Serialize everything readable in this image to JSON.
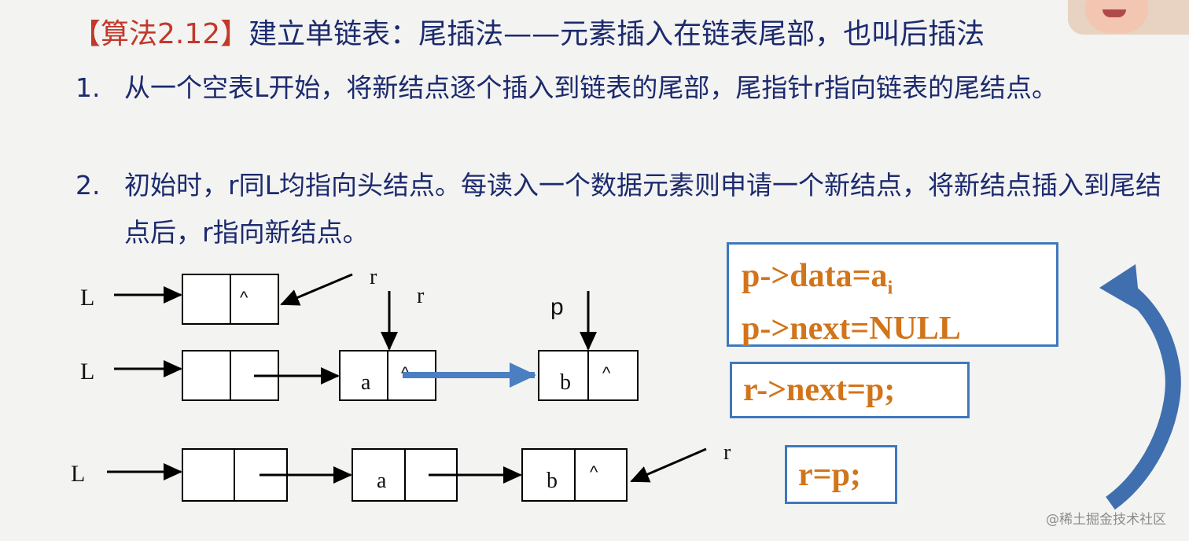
{
  "title": {
    "algorithm": "【算法2.12】",
    "text": "建立单链表：尾插法——元素插入在链表尾部，也叫后插法"
  },
  "items": [
    {
      "num": "1.",
      "text": "从一个空表L开始，将新结点逐个插入到链表的尾部，尾指针r指向链表的尾结点。"
    },
    {
      "num": "2.",
      "text": "初始时，r同L均指向头结点。每读入一个数据元素则申请一个新结点，将新结点插入到尾结点后，r指向新结点。"
    }
  ],
  "diagram": {
    "row1": {
      "head": "L",
      "null_mark": "^",
      "pointer": "r"
    },
    "row2": {
      "head": "L",
      "node_a": "a",
      "node_a_ptr": "^",
      "node_b": "b",
      "node_b_ptr": "^",
      "pointer_r": "r",
      "pointer_p": "p"
    },
    "row3": {
      "head": "L",
      "node_a": "a",
      "node_b": "b",
      "node_b_ptr": "^",
      "pointer": "r"
    }
  },
  "code": {
    "box1_line1": "p->data=a",
    "box1_sub": "i",
    "box1_line2": "p->next=NULL",
    "box2": "r->next=p;",
    "box3": "r=p;"
  },
  "watermark": "@稀土掘金技术社区",
  "colors": {
    "text": "#1c2a6e",
    "title_accent": "#c0392b",
    "code": "#d2741a",
    "box_border": "#3f78be",
    "arrow_blue": "#4a7fc1"
  }
}
